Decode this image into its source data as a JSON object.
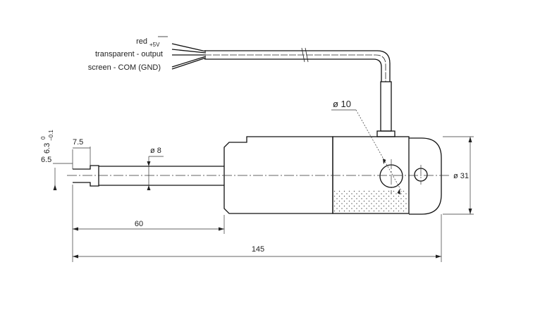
{
  "wires": {
    "red": "red",
    "red_supply": "+5V",
    "transparent": "transparent - output",
    "screen": "screen - COM (GND)"
  },
  "dimensions": {
    "d10": "ø 10",
    "d8": "ø 8",
    "d31": "ø 31",
    "len_7_5": "7.5",
    "len_6_5": "6.5",
    "tol_base": "6.3",
    "tol_upper": "0",
    "tol_lower": "−0.1",
    "len_60": "60",
    "len_145": "145"
  },
  "colors": {
    "line": "#111111",
    "background": "#ffffff"
  }
}
